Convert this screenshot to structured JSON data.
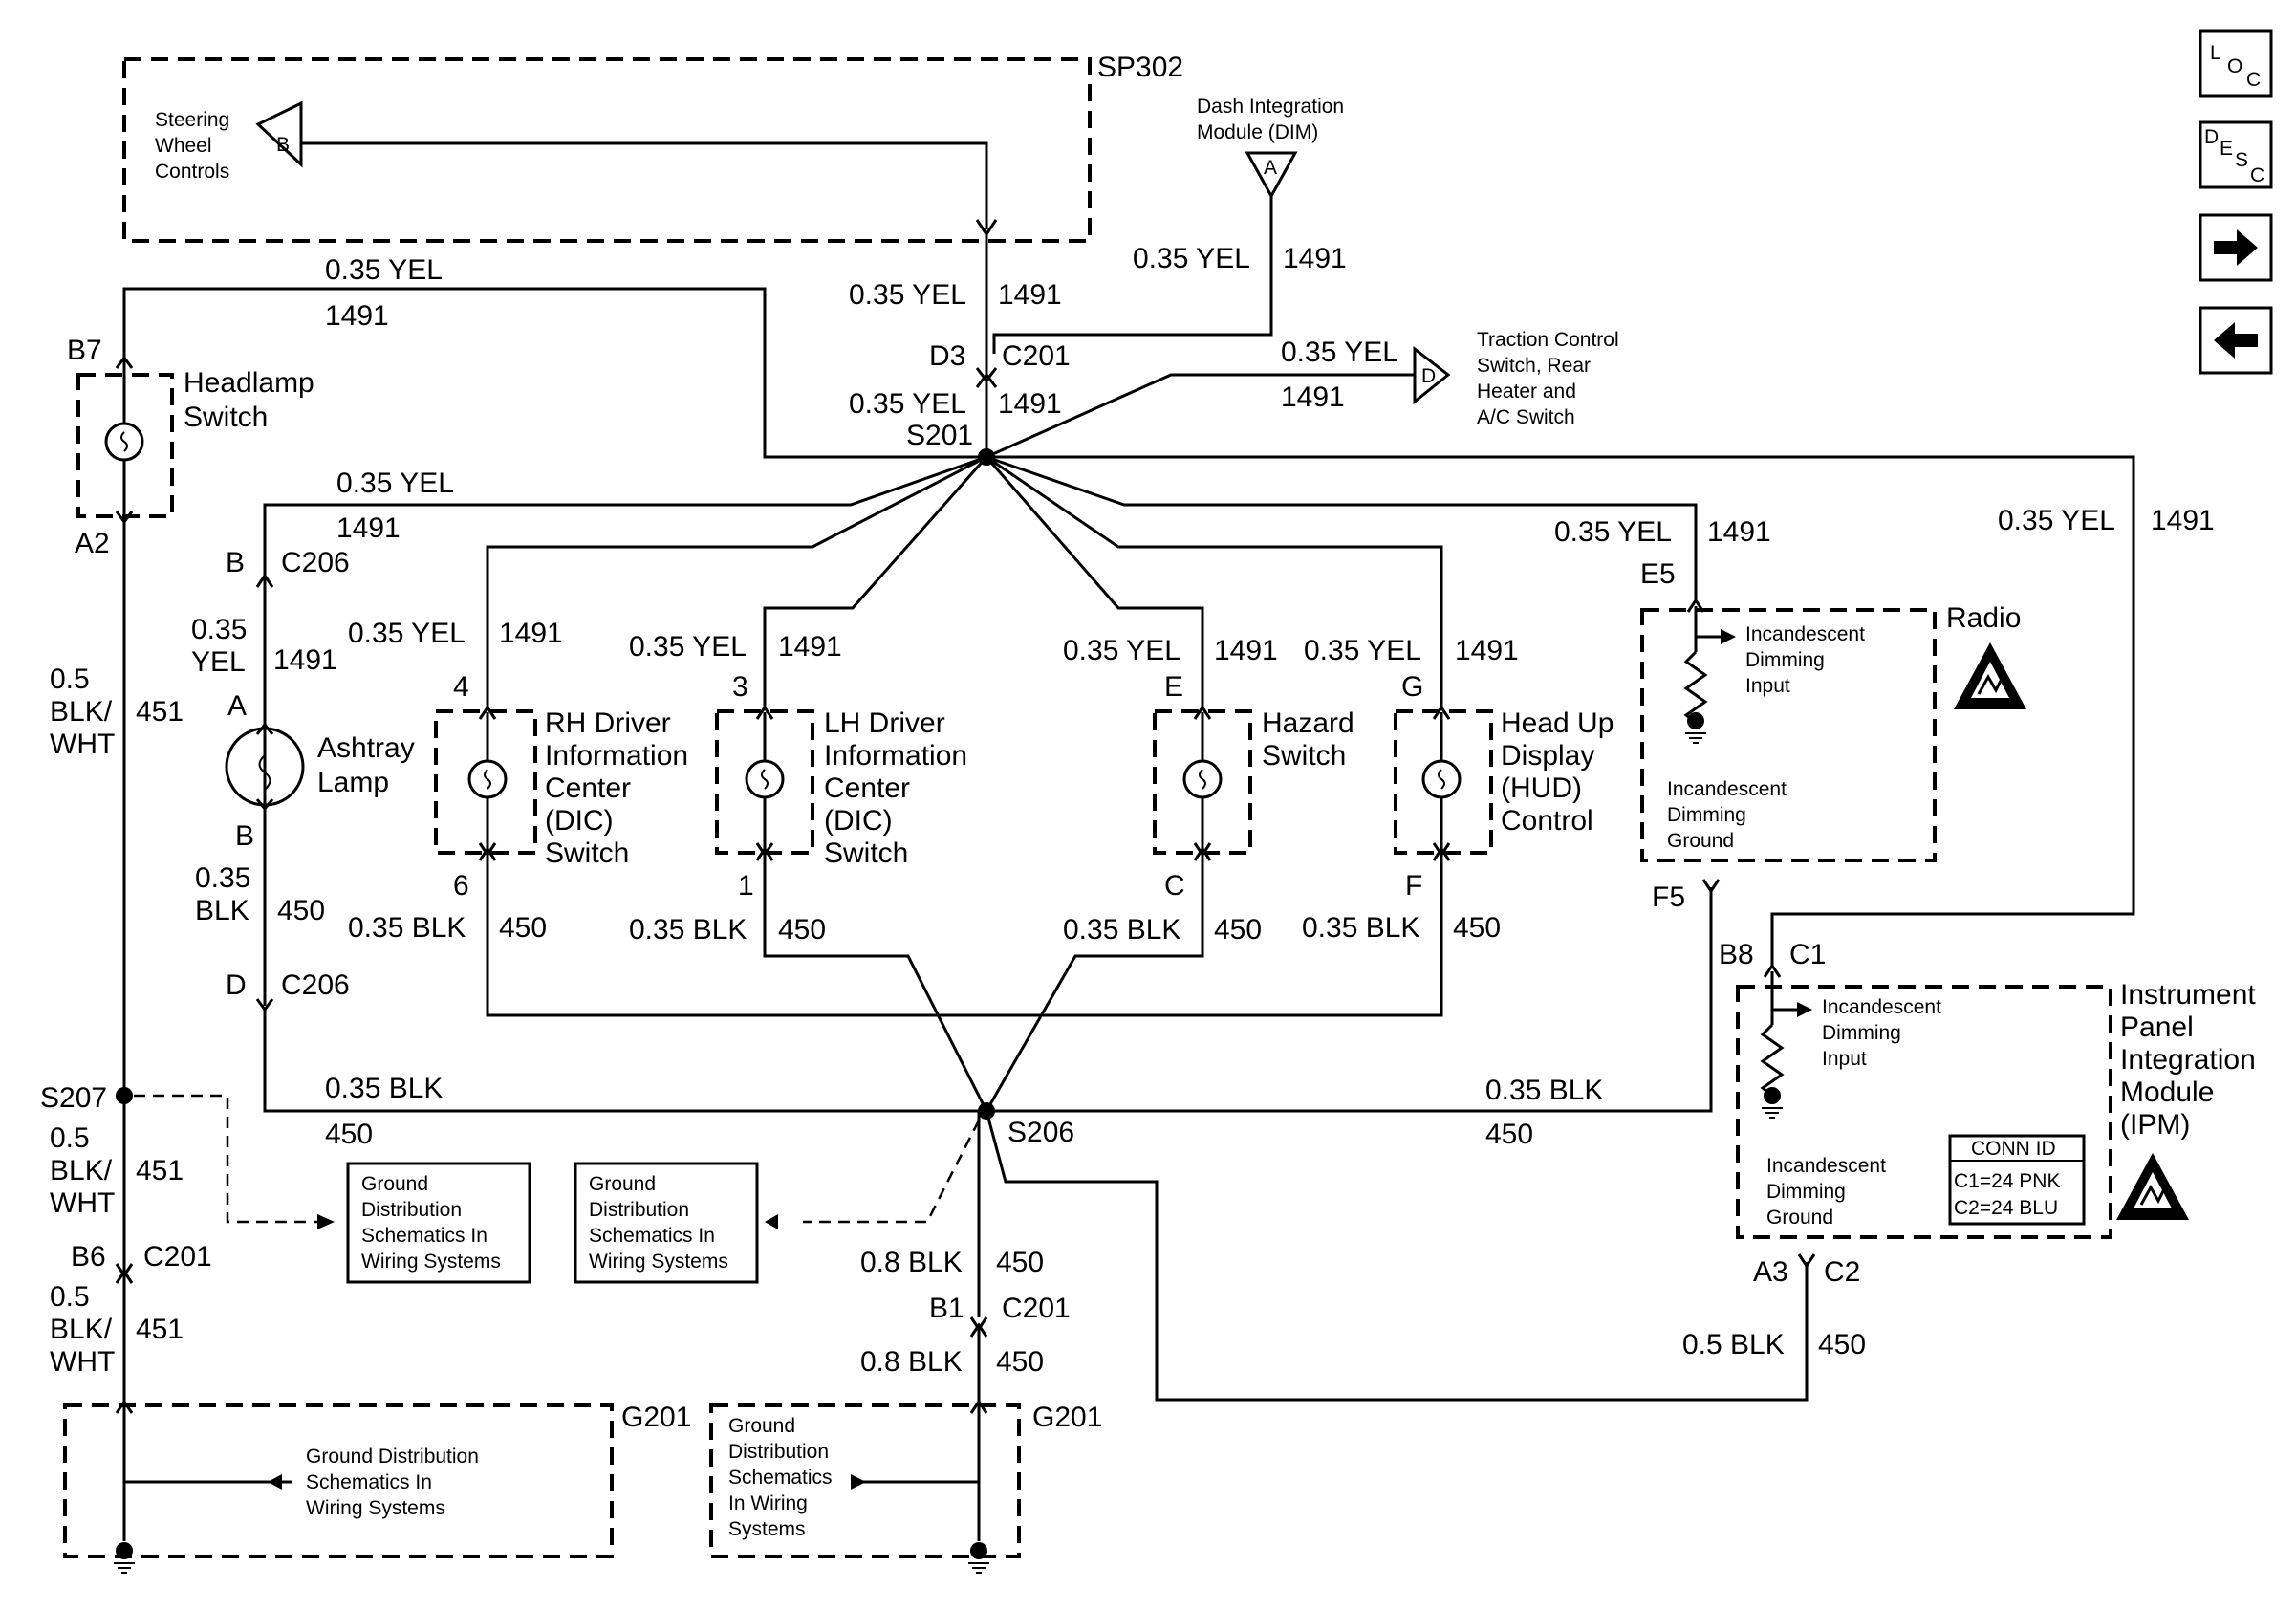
{
  "nav_icons": {
    "loc": {
      "main": "L",
      "sub": "O",
      "sub2": "C"
    },
    "desc": {
      "d": "D",
      "e": "E",
      "s": "S",
      "c": "C"
    }
  },
  "labels": {
    "sp302": "SP302",
    "steering_wheel_controls": [
      "Steering",
      "Wheel",
      "Controls"
    ],
    "dim": [
      "Dash Integration",
      "Module (DIM)"
    ],
    "traction": [
      "Traction Control",
      "Switch, Rear",
      "Heater and",
      "A/C Switch"
    ],
    "headlamp": [
      "Headlamp",
      "Switch"
    ],
    "ashtray": [
      "Ashtray",
      "Lamp"
    ],
    "rh_dic": [
      "RH Driver",
      "Information",
      "Center",
      "(DIC)",
      "Switch"
    ],
    "lh_dic": [
      "LH Driver",
      "Information",
      "Center",
      "(DIC)",
      "Switch"
    ],
    "hazard": [
      "Hazard",
      "Switch"
    ],
    "hud": [
      "Head Up",
      "Display",
      "(HUD)",
      "Control"
    ],
    "radio": "Radio",
    "inc_dim_input": [
      "Incandescent",
      "Dimming",
      "Input"
    ],
    "inc_dim_ground": [
      "Incandescent",
      "Dimming",
      "Ground"
    ],
    "ipm": [
      "Instrument",
      "Panel",
      "Integration",
      "Module",
      "(IPM)"
    ],
    "conn_id": [
      "CONN ID",
      "C1=24 PNK",
      "C2=24 BLU"
    ],
    "gnd_dist_4": [
      "Ground",
      "Distribution",
      "Schematics In",
      "Wiring Systems"
    ],
    "gnd_dist_line": [
      "Ground Distribution",
      "Schematics In",
      "Wiring Systems"
    ],
    "gnd_dist_5": [
      "Ground",
      "Distribution",
      "Schematics",
      "In Wiring",
      "Systems"
    ],
    "yel": "0.35 YEL",
    "blk": "0.35 BLK",
    "c1491": "1491",
    "c450": "450",
    "c451": "451",
    "blk_wht": [
      "0.5",
      "BLK/",
      "WHT"
    ],
    "yel_stack": [
      "0.35",
      "YEL"
    ],
    "blk_stack": [
      "0.35",
      "BLK"
    ],
    "blk08": "0.8 BLK",
    "blk05": "0.5 BLK",
    "s201": "S201",
    "s206": "S206",
    "s207": "S207",
    "g201": "G201",
    "c201": "C201",
    "c206": "C206",
    "d3": "D3",
    "b7": "B7",
    "a2": "A2",
    "b6": "B6",
    "b1": "B1",
    "pin_b": "B",
    "pin_a": "A",
    "pin_d": "D",
    "pin_4": "4",
    "pin_6": "6",
    "pin_3": "3",
    "pin_1": "1",
    "pin_e": "E",
    "pin_c": "C",
    "pin_g": "G",
    "pin_f": "F",
    "e5": "E5",
    "f5": "F5",
    "b8": "B8",
    "c1": "C1",
    "a3": "A3",
    "c2": "C2"
  }
}
